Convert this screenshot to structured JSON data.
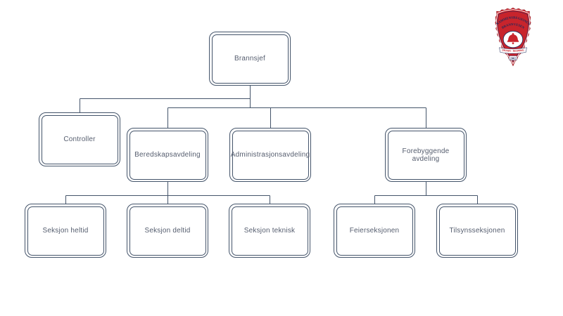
{
  "org_chart": {
    "type": "org-tree",
    "colors": {
      "box_border": "#44546A",
      "connector_line": "#44546A",
      "label_text": "#555D6E",
      "background": "#FFFFFF"
    },
    "nodes": [
      {
        "id": "brannsjef",
        "label": "Brannsjef",
        "parent": null
      },
      {
        "id": "controller",
        "label": "Controller",
        "parent": "brannsjef"
      },
      {
        "id": "beredskapsavdeling",
        "label": "Beredskapsavdeling",
        "parent": "brannsjef"
      },
      {
        "id": "administrasjonsavdeling",
        "label": "Administrasjonsavdeling",
        "parent": "brannsjef"
      },
      {
        "id": "forebyggende-avdeling",
        "label": "Forebyggende avdeling",
        "parent": "brannsjef"
      },
      {
        "id": "seksjon-heltid",
        "label": "Seksjon heltid",
        "parent": "beredskapsavdeling"
      },
      {
        "id": "seksjon-deltid",
        "label": "Seksjon deltid",
        "parent": "beredskapsavdeling"
      },
      {
        "id": "seksjon-teknisk",
        "label": "Seksjon teknisk",
        "parent": "beredskapsavdeling"
      },
      {
        "id": "feierseksjonen",
        "label": "Feierseksjonen",
        "parent": "forebyggende-avdeling"
      },
      {
        "id": "tilsynsseksjonen",
        "label": "Tilsynsseksjonen",
        "parent": "forebyggende-avdeling"
      }
    ]
  },
  "logo": {
    "name": "fire-department-crest",
    "text_line1": "DRAMMENSREGIONENS",
    "text_line2": "BRANNVESEN",
    "banner_text": "BRANN - REDNING",
    "year": "2002",
    "colors": {
      "shield_red": "#C8242C",
      "emblem_white": "#FFFFFF",
      "crest_navy": "#1F2A5B"
    }
  }
}
